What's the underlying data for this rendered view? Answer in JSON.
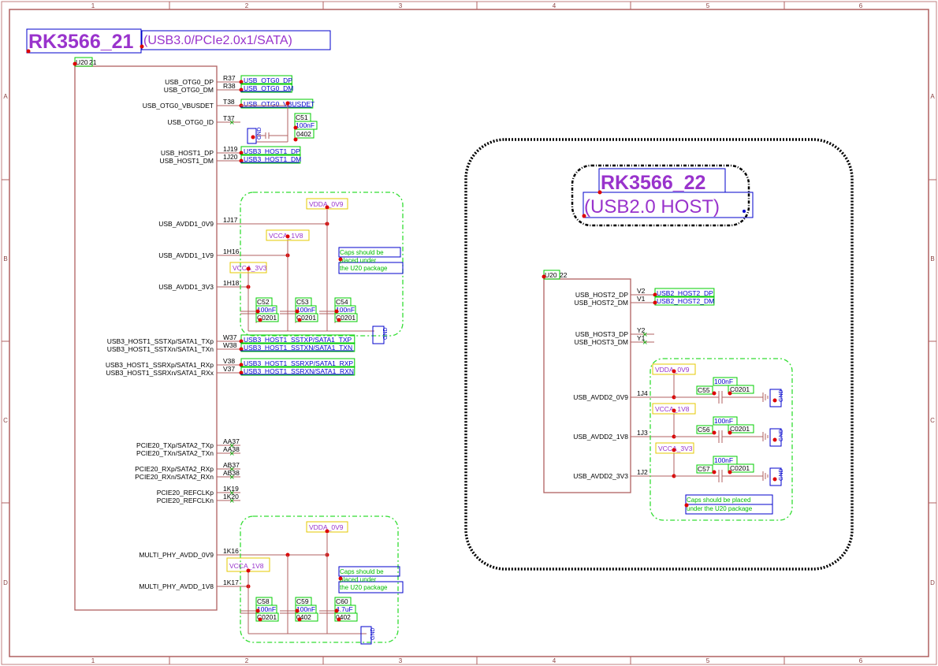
{
  "colors": {
    "border": "#b06060",
    "wire": "#b06060",
    "net": "#0000cc",
    "green": "#00cc00",
    "purple": "#9933cc",
    "red": "#dd0000"
  },
  "frame": {
    "cols": [
      "1",
      "2",
      "3",
      "4",
      "5",
      "6"
    ],
    "rows": [
      "A",
      "B",
      "C",
      "D"
    ]
  },
  "u21": {
    "title": "RK3566_21",
    "subtitle": "(USB3.0/PCIe2.0x1/SATA)",
    "ref": "U20",
    "unit": "21",
    "pins": [
      {
        "name": "USB_OTG0_DP",
        "num": "R37",
        "net": "USB_OTG0_DP"
      },
      {
        "name": "USB_OTG0_DM",
        "num": "R38",
        "net": "USB_OTG0_DM"
      },
      {
        "name": "USB_OTG0_VBUSDET",
        "num": "T38",
        "net": "USB_OTG0_VBUSDET"
      },
      {
        "name": "USB_OTG0_ID",
        "num": "T37",
        "net": ""
      },
      {
        "name": "USB_HOST1_DP",
        "num": "1J19",
        "net": "USB3_HOST1_DP"
      },
      {
        "name": "USB_HOST1_DM",
        "num": "1J20",
        "net": "USB3_HOST1_DM"
      },
      {
        "name": "USB_AVDD1_0V9",
        "num": "1J17",
        "net": ""
      },
      {
        "name": "USB_AVDD1_1V9",
        "num": "1H16",
        "net": ""
      },
      {
        "name": "USB_AVDD1_3V3",
        "num": "1H18",
        "net": ""
      },
      {
        "name": "USB3_HOST1_SSTXp/SATA1_TXp",
        "num": "W37",
        "net": "USB3_HOST1_SSTXP/SATA1_TXP"
      },
      {
        "name": "USB3_HOST1_SSTXn/SATA1_TXn",
        "num": "W38",
        "net": "USB3_HOST1_SSTXN/SATA1_TXN"
      },
      {
        "name": "USB3_HOST1_SSRXp/SATA1_RXp",
        "num": "V38",
        "net": "USB3_HOST1_SSRXP/SATA1_RXP"
      },
      {
        "name": "USB3_HOST1_SSRXn/SATA1_RXx",
        "num": "V37",
        "net": "USB3_HOST1_SSRXN/SATA1_RXN"
      },
      {
        "name": "PCIE20_TXp/SATA2_TXp",
        "num": "AA37",
        "net": ""
      },
      {
        "name": "PCIE20_TXn/SATA2_TXn",
        "num": "AA38",
        "net": ""
      },
      {
        "name": "PCIE20_RXp/SATA2_RXp",
        "num": "AB37",
        "net": ""
      },
      {
        "name": "PCIE20_RXn/SATA2_RXn",
        "num": "AB38",
        "net": ""
      },
      {
        "name": "PCIE20_REFCLKp",
        "num": "1K19",
        "net": ""
      },
      {
        "name": "PCIE20_REFCLKn",
        "num": "1K20",
        "net": ""
      },
      {
        "name": "MULTI_PHY_AVDD_0V9",
        "num": "1K16",
        "net": ""
      },
      {
        "name": "MULTI_PHY_AVDD_1V8",
        "num": "1K17",
        "net": ""
      }
    ],
    "c51": {
      "ref": "C51",
      "value": "100nF",
      "pkg": "0402"
    },
    "group1": {
      "vdd": "VDDA_0V9",
      "vcc18": "VCCA_1V8",
      "vcc33": "VCCA_3V3",
      "note": [
        "Caps should be",
        "placed under",
        "the U20 package"
      ],
      "caps": [
        {
          "ref": "C52",
          "value": "100nF",
          "pkg": "C0201"
        },
        {
          "ref": "C53",
          "value": "100nF",
          "pkg": "C0201"
        },
        {
          "ref": "C54",
          "value": "100nF",
          "pkg": "C0201"
        }
      ]
    },
    "group2": {
      "vdd": "VDDA_0V9",
      "vcc18": "VCCA_1V8",
      "note": [
        "Caps should be",
        "placed under",
        "the U20 package"
      ],
      "caps": [
        {
          "ref": "C58",
          "value": "100nF",
          "pkg": "C0201"
        },
        {
          "ref": "C59",
          "value": "100nF",
          "pkg": "0402"
        },
        {
          "ref": "C60",
          "value": "4.7uF",
          "pkg": "0402"
        }
      ]
    },
    "gnd": "GND"
  },
  "u22": {
    "title": "RK3566_22",
    "subtitle": "(USB2.0 HOST)",
    "ref": "U20",
    "unit": "22",
    "pins": [
      {
        "name": "USB_HOST2_DP",
        "num": "V2",
        "net": "USB2_HOST2_DP"
      },
      {
        "name": "USB_HOST2_DM",
        "num": "V1",
        "net": "USB2_HOST2_DM"
      },
      {
        "name": "USB_HOST3_DP",
        "num": "Y2",
        "net": ""
      },
      {
        "name": "USB_HOST3_DM",
        "num": "Y1",
        "net": ""
      },
      {
        "name": "USB_AVDD2_0V9",
        "num": "1J4",
        "net": ""
      },
      {
        "name": "USB_AVDD2_1V8",
        "num": "1J3",
        "net": ""
      },
      {
        "name": "USB_AVDD2_3V3",
        "num": "1J2",
        "net": ""
      }
    ],
    "rails": [
      "VDDA_0V9",
      "VCCA_1V8",
      "VCCA_3V3"
    ],
    "caps": [
      {
        "ref": "C55",
        "value": "100nF",
        "pkg": "C0201"
      },
      {
        "ref": "C56",
        "value": "100nF",
        "pkg": "C0201"
      },
      {
        "ref": "C57",
        "value": "100nF",
        "pkg": "C0201"
      }
    ],
    "note": [
      "Caps should be placed",
      "under the U20 package"
    ],
    "gnd": "GND"
  }
}
